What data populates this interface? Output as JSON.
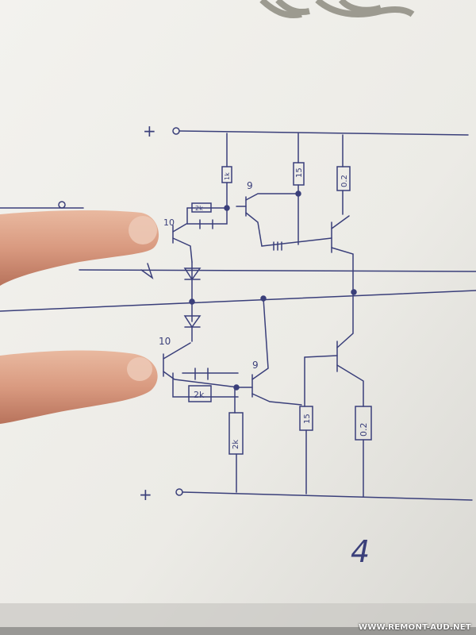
{
  "photo": {
    "subject": "hand-drawn amplifier schematic on paper",
    "ink_color": "#3a3f7a",
    "paper_color": "#efeeea"
  },
  "labels": {
    "supply_top": "+",
    "supply_bottom": "+",
    "q_top_left": "10",
    "q_top_mid": "9",
    "q_bot_left": "10",
    "q_bot_mid": "9",
    "r_top_2k": "2k",
    "r_bot_2k": "2k",
    "r_top_15": "15",
    "r_bot_15": "15",
    "r_top_02": "0.2",
    "r_bot_02": "0.2",
    "r_top_small": "1k",
    "r_bot_bias": "2k",
    "page_number": "4"
  },
  "watermark": "WWW.REMONT-AUD.NET"
}
